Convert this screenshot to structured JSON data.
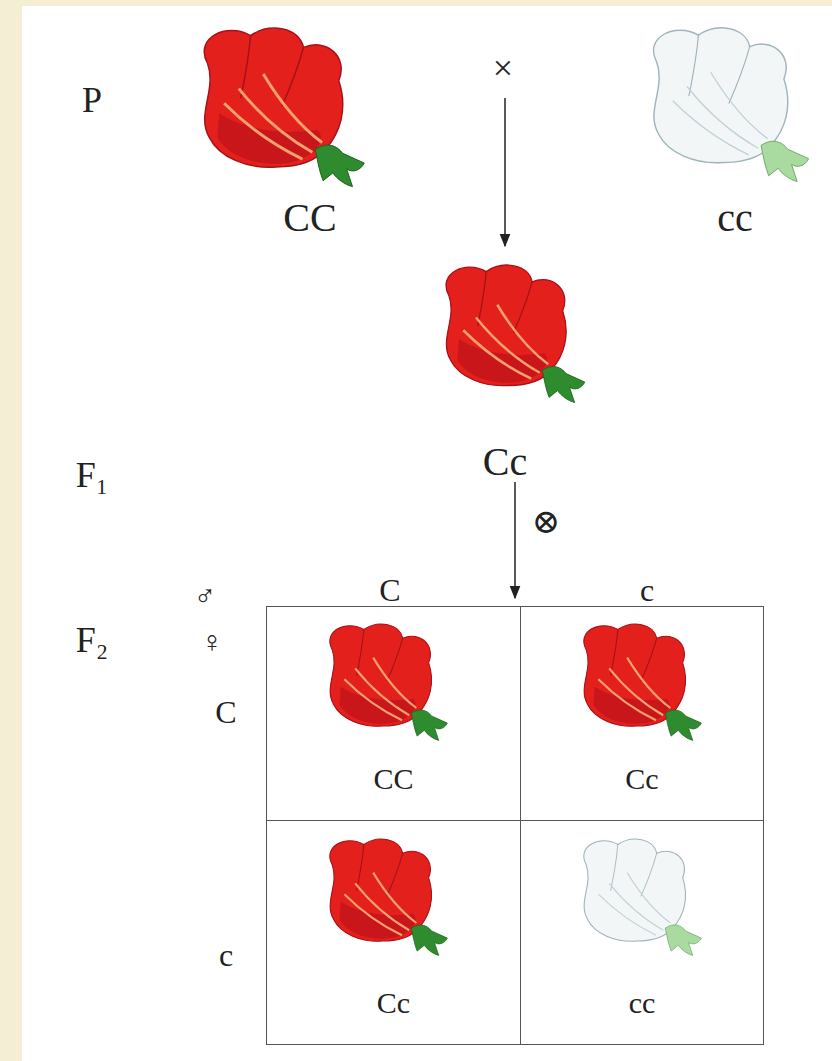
{
  "diagram": {
    "nodes": [
      {
        "text": [
          "CC"
        ]
      },
      {
        "text": [
          "Cc"
        ]
      },
      {
        "text": [
          "Cc"
        ]
      },
      {
        "text": [
          "cc"
        ]
      }
    ],
    "labels": [
      "P",
      "CC",
      "×",
      "cc",
      "F₁",
      "Cc",
      "⊗",
      "F₂",
      "♂",
      "C",
      "c",
      "♀",
      "C",
      "c"
    ]
  }
}
